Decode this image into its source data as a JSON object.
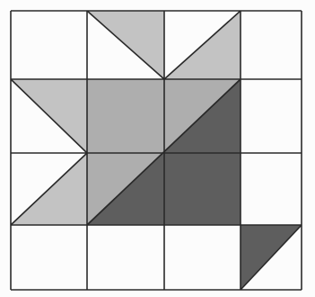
{
  "diagram": {
    "grid": {
      "rows": 4,
      "cols": 4
    },
    "colors": {
      "paper": "#fcfcfc",
      "light_shade": "#c3c3c3",
      "medium_shade": "#aeaeae",
      "dark_shade": "#5e5e5e",
      "line": "#2a2a2a"
    },
    "shapes": [
      {
        "name": "top-left-leaf-triangle",
        "shade": "light_shade",
        "cells": [
          [
            1,
            0
          ],
          [
            2,
            0
          ],
          [
            2,
            1
          ]
        ]
      },
      {
        "name": "top-right-leaf-triangle",
        "shade": "light_shade",
        "cells": [
          [
            3,
            0
          ],
          [
            3,
            1
          ],
          [
            2,
            1
          ]
        ]
      },
      {
        "name": "left-upper-leaf-triangle",
        "shade": "light_shade",
        "cells": [
          [
            0,
            1
          ],
          [
            1,
            1
          ],
          [
            1,
            2
          ]
        ]
      },
      {
        "name": "left-lower-leaf-triangle",
        "shade": "light_shade",
        "cells": [
          [
            1,
            2
          ],
          [
            1,
            3
          ],
          [
            0,
            3
          ]
        ]
      },
      {
        "name": "flower-light-half",
        "shade": "medium_shade",
        "cells": [
          [
            1,
            1
          ],
          [
            3,
            1
          ],
          [
            1,
            3
          ]
        ]
      },
      {
        "name": "flower-dark-half",
        "shade": "dark_shade",
        "cells": [
          [
            3,
            1
          ],
          [
            3,
            3
          ],
          [
            1,
            3
          ]
        ]
      },
      {
        "name": "stem-triangle",
        "shade": "dark_shade",
        "cells": [
          [
            3,
            3
          ],
          [
            4,
            3
          ],
          [
            3,
            4
          ]
        ]
      }
    ]
  }
}
